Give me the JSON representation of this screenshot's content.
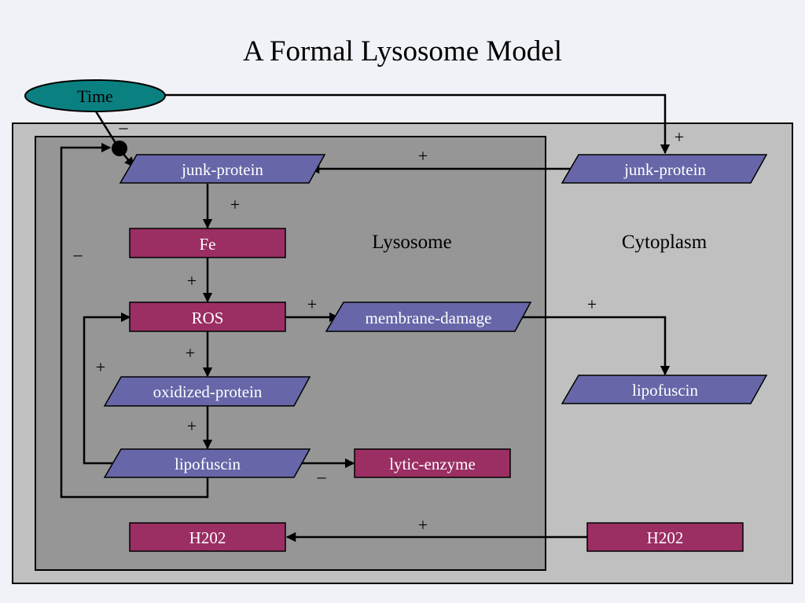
{
  "title": "A Formal Lysosome Model",
  "colors": {
    "background": "#f1f2f8",
    "cytoplasm_region": "#c0c0c0",
    "lysosome_region": "#969696",
    "parallelogram_node": "#6666a8",
    "rectangle_node": "#9b2e63",
    "time_node": "#0b8080"
  },
  "regions": {
    "lysosome": "Lysosome",
    "cytoplasm": "Cytoplasm"
  },
  "nodes": {
    "time": "Time",
    "junk_protein_lys": "junk-protein",
    "fe": "Fe",
    "ros": "ROS",
    "membrane_damage": "membrane-damage",
    "oxidized_protein": "oxidized-protein",
    "lipofuscin_lys": "lipofuscin",
    "lytic_enzyme": "lytic-enzyme",
    "h202_lys": "H202",
    "junk_protein_cyto": "junk-protein",
    "lipofuscin_cyto": "lipofuscin",
    "h202_cyto": "H202"
  },
  "edges": [
    {
      "from": "time",
      "to": "junk_protein_cyto",
      "sign": "+"
    },
    {
      "from": "time",
      "to": "junk_protein_lys",
      "sign": "–"
    },
    {
      "from": "junk_protein_cyto",
      "to": "junk_protein_lys",
      "sign": "+"
    },
    {
      "from": "junk_protein_lys",
      "to": "fe",
      "sign": "+"
    },
    {
      "from": "fe",
      "to": "ros",
      "sign": "+"
    },
    {
      "from": "ros",
      "to": "membrane_damage",
      "sign": "+"
    },
    {
      "from": "membrane_damage",
      "to": "lipofuscin_cyto",
      "sign": "+"
    },
    {
      "from": "ros",
      "to": "oxidized_protein",
      "sign": "+"
    },
    {
      "from": "oxidized_protein",
      "to": "lipofuscin_lys",
      "sign": "+"
    },
    {
      "from": "lipofuscin_lys",
      "to": "ros",
      "sign": "+"
    },
    {
      "from": "lipofuscin_lys",
      "to": "lytic_enzyme",
      "sign": "–"
    },
    {
      "from": "lipofuscin_lys",
      "to": "junk_protein_lys",
      "sign": "–"
    },
    {
      "from": "h202_cyto",
      "to": "h202_lys",
      "sign": "+"
    }
  ]
}
